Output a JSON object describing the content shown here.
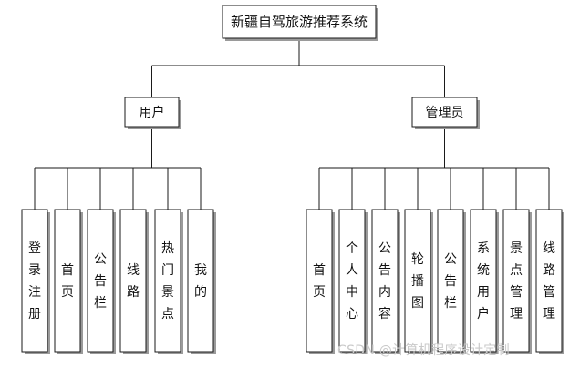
{
  "root": {
    "label": "新疆自驾旅游推荐系统"
  },
  "branches": [
    {
      "label": "用户",
      "items": [
        "登录注册",
        "首页",
        "公告栏",
        "线路",
        "热门景点",
        "我的"
      ]
    },
    {
      "label": "管理员",
      "items": [
        "首页",
        "个人中心",
        "公告内容",
        "轮播图",
        "公告栏",
        "系统用户",
        "景点管理",
        "线路管理"
      ]
    }
  ],
  "watermark": "CSDN @计算机程序设计定制",
  "colors": {
    "line": "#1a1a1a",
    "shadow": "#9a9a9a",
    "watermark": "#c9c9c9"
  }
}
